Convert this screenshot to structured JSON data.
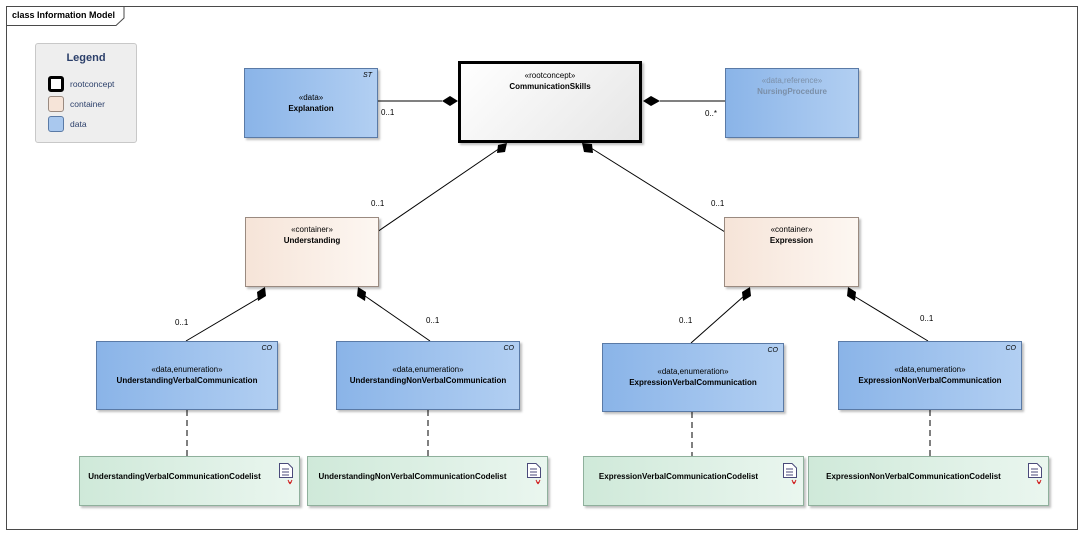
{
  "frame": {
    "title": "class Information Model"
  },
  "legend": {
    "title": "Legend",
    "items": [
      {
        "label": "rootconcept",
        "color": "#ffffff"
      },
      {
        "label": "container",
        "color": "#f6e4d8"
      },
      {
        "label": "data",
        "color": "#a9c8ee"
      }
    ]
  },
  "nodes": {
    "explanation": {
      "stereotype": "«data»",
      "name": "Explanation",
      "tag": "ST"
    },
    "communication_skills": {
      "stereotype": "«rootconcept»",
      "name": "CommunicationSkills"
    },
    "nursing_procedure": {
      "stereotype": "«data,reference»",
      "name": "NursingProcedure"
    },
    "understanding": {
      "stereotype": "«container»",
      "name": "Understanding"
    },
    "expression": {
      "stereotype": "«container»",
      "name": "Expression"
    },
    "understanding_verbal": {
      "stereotype": "«data,enumeration»",
      "name": "UnderstandingVerbalCommunication",
      "tag": "CO"
    },
    "understanding_nonverbal": {
      "stereotype": "«data,enumeration»",
      "name": "UnderstandingNonVerbalCommunication",
      "tag": "CO"
    },
    "expression_verbal": {
      "stereotype": "«data,enumeration»",
      "name": "ExpressionVerbalCommunication",
      "tag": "CO"
    },
    "expression_nonverbal": {
      "stereotype": "«data,enumeration»",
      "name": "ExpressionNonVerbalCommunication",
      "tag": "CO"
    },
    "understanding_verbal_codelist": {
      "name": "UnderstandingVerbalCommunicationCodelist"
    },
    "understanding_nonverbal_codelist": {
      "name": "UnderstandingNonVerbalCommunicationCodelist"
    },
    "expression_verbal_codelist": {
      "name": "ExpressionVerbalCommunicationCodelist"
    },
    "expression_nonverbal_codelist": {
      "name": "ExpressionNonVerbalCommunicationCodelist"
    }
  },
  "multiplicities": {
    "explanation": "0..1",
    "nursing_procedure": "0..*",
    "understanding": "0..1",
    "expression": "0..1",
    "understanding_verbal": "0..1",
    "understanding_nonverbal": "0..1",
    "expression_verbal": "0..1",
    "expression_nonverbal": "0..1"
  },
  "icons": {
    "codelist": "document-icon"
  }
}
